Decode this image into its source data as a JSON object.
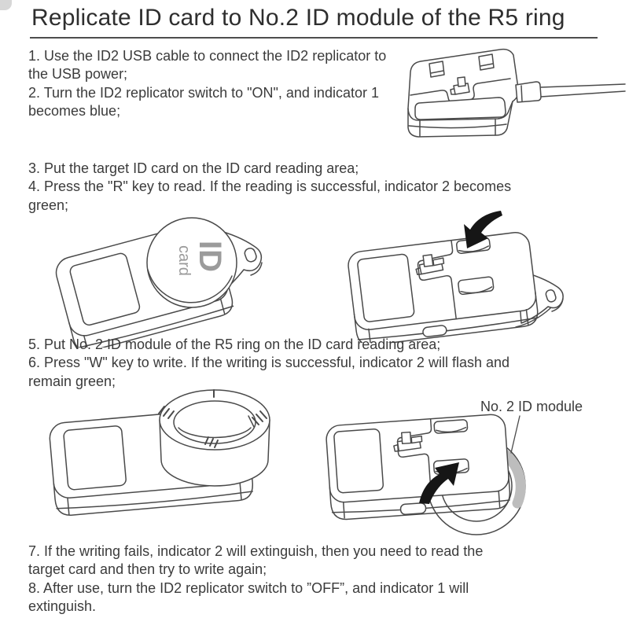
{
  "page": {
    "title": "Replicate ID card to No.2 ID module of the R5 ring",
    "background": "#ffffff",
    "text_color": "#3b3b3b",
    "line_color": "#4a4a4a",
    "arrow_color": "#161616",
    "ring_shade_color": "#bdbdbd"
  },
  "instructions": {
    "block1_lines": [
      "1. Use the ID2 USB cable to connect the ID2 replicator to",
      "the USB power;",
      "2. Turn the ID2 replicator switch to \"ON\", and indicator 1",
      "becomes blue;"
    ],
    "block2_lines": [
      "3. Put the target ID card on the ID card reading area;",
      "4. Press the \"R\" key to read. If the reading is successful, indicator 2 becomes",
      "green;"
    ],
    "block3_lines": [
      "5. Put No. 2 ID module of the R5 ring on the ID card reading area;",
      "6. Press \"W\" key to write. If the writing is successful, indicator 2 will flash and",
      "remain green;"
    ],
    "block4_lines": [
      "7. If the writing fails, indicator 2 will extinguish, then you need to read the",
      "target card and then try to write again;",
      "8. After use, turn the ID2 replicator switch to ”OFF”, and indicator 1 will",
      "extinguish."
    ]
  },
  "figures": {
    "fob_label_big": "ID",
    "fob_label_small": "card",
    "module_label": "No. 2 ID module"
  }
}
